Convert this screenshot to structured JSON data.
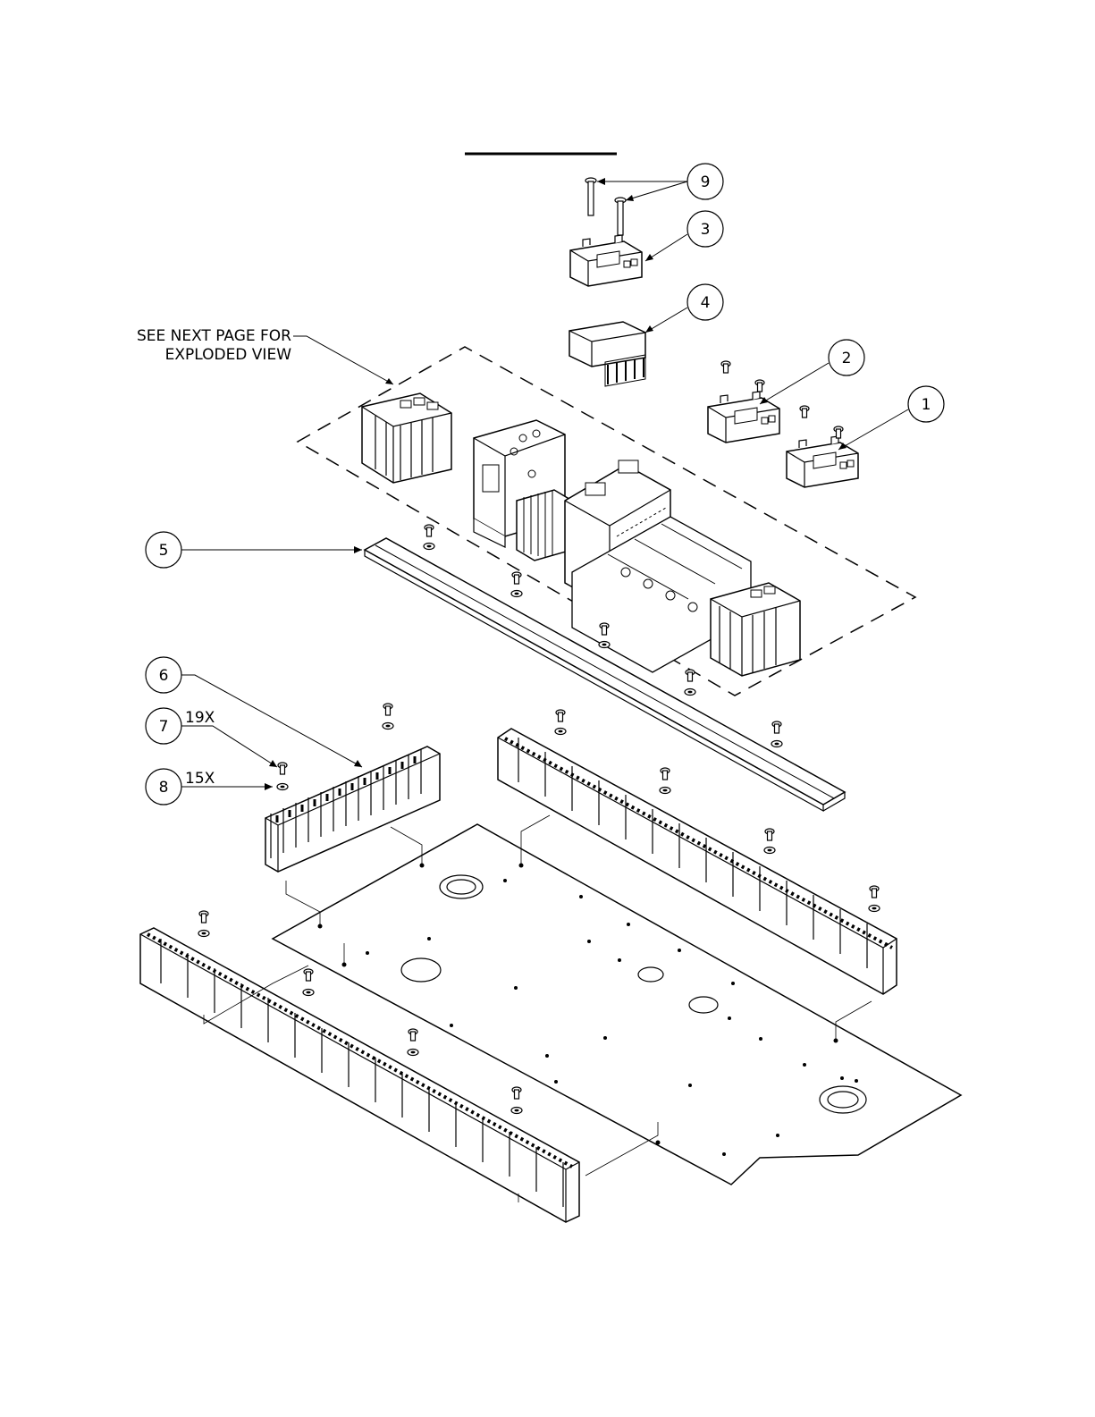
{
  "title": "",
  "note": {
    "line1": "SEE NEXT PAGE FOR",
    "line2": "EXPLODED VIEW"
  },
  "callouts": [
    {
      "id": "1",
      "label": "1"
    },
    {
      "id": "2",
      "label": "2"
    },
    {
      "id": "3",
      "label": "3"
    },
    {
      "id": "4",
      "label": "4"
    },
    {
      "id": "5",
      "label": "5"
    },
    {
      "id": "6",
      "label": "6"
    },
    {
      "id": "7",
      "label": "7"
    },
    {
      "id": "8",
      "label": "8"
    },
    {
      "id": "9",
      "label": "9"
    }
  ],
  "quantities": {
    "item7": "19X",
    "item8": "15X"
  }
}
